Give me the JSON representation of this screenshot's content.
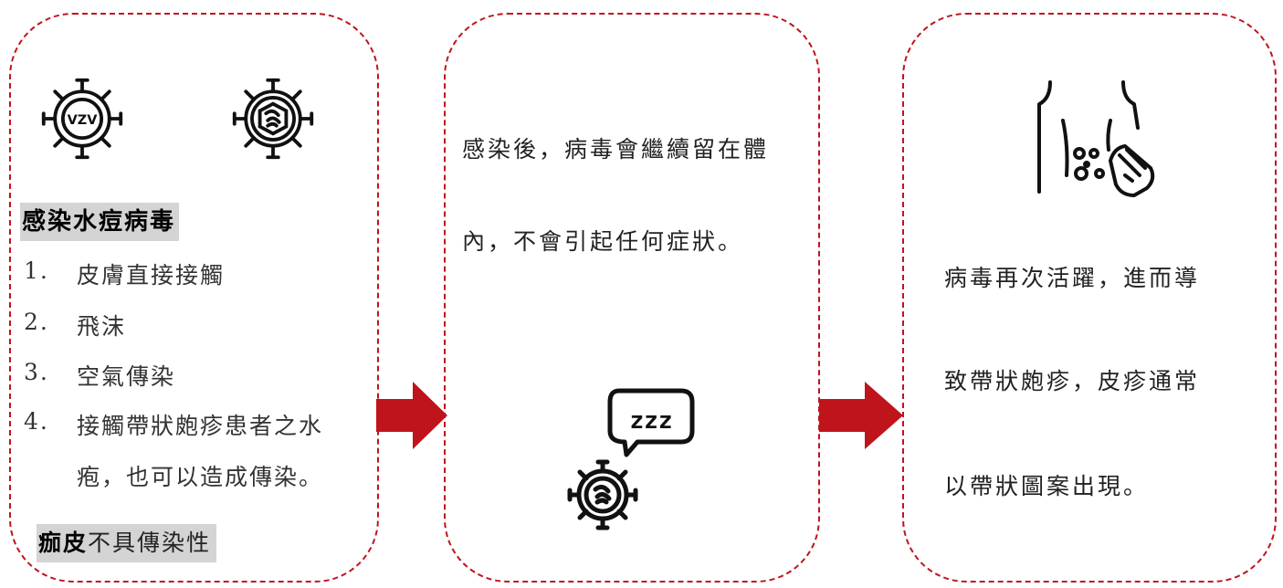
{
  "panel1": {
    "heading": "感染水痘病毒",
    "items": [
      {
        "num": "1.",
        "text": "皮膚直接接觸"
      },
      {
        "num": "2.",
        "text": "飛沫"
      },
      {
        "num": "3.",
        "text": "空氣傳染"
      },
      {
        "num": "4.",
        "text": "接觸帶狀皰疹患者之水"
      }
    ],
    "item4_cont": "疱，也可以造成傳染。",
    "note_bold": "痂皮",
    "note_rest": "不具傳染性",
    "vzv_label": "VZV",
    "icons": [
      "vzv-virus-icon",
      "virus-icon"
    ]
  },
  "panel2": {
    "line1": "感染後，病毒會繼續留在體",
    "line2": "內，不會引起任何症狀。",
    "sleep_text": "zzz",
    "icons": [
      "sleeping-virus-icon"
    ]
  },
  "panel3": {
    "line1": "病毒再次活躍，進而導",
    "line2": "致帶狀皰疹，皮疹通常",
    "line3": "以帶狀圖案出現。",
    "icons": [
      "rash-body-icon"
    ]
  },
  "colors": {
    "border": "#c0141c",
    "arrow": "#c0141c",
    "highlight": "#d4d4d4"
  }
}
